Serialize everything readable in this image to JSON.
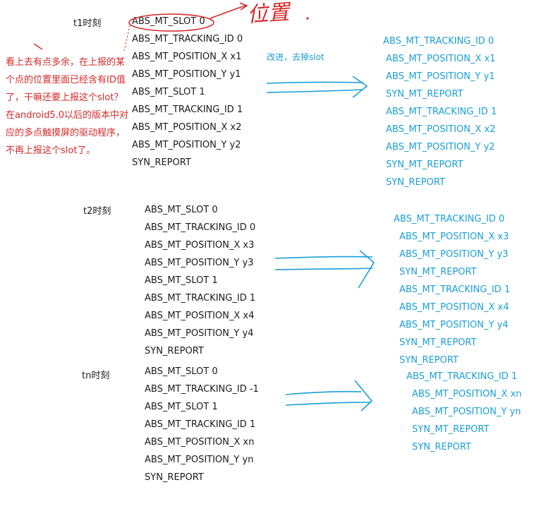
{
  "sections": [
    {
      "label": "t1时刻",
      "events": [
        "ABS_MT_SLOT 0",
        "ABS_MT_TRACKING_ID 0",
        "ABS_MT_POSITION_X x1",
        "ABS_MT_POSITION_Y y1",
        "ABS_MT_SLOT 1",
        "ABS_MT_TRACKING_ID 1",
        "ABS_MT_POSITION_X x2",
        "ABS_MT_POSITION_Y y2",
        "SYN_REPORT"
      ],
      "improved": [
        "ABS_MT_TRACKING_ID 0",
        "ABS_MT_POSITION_X x1",
        "ABS_MT_POSITION_Y y1",
        "SYN_MT_REPORT",
        "ABS_MT_TRACKING_ID 1",
        "ABS_MT_POSITION_X x2",
        "ABS_MT_POSITION_Y y2",
        "SYN_MT_REPORT",
        "SYN_REPORT"
      ]
    },
    {
      "label": "t2时刻",
      "events": [
        "ABS_MT_SLOT 0",
        "ABS_MT_TRACKING_ID 0",
        "ABS_MT_POSITION_X x3",
        "ABS_MT_POSITION_Y y3",
        "ABS_MT_SLOT 1",
        "ABS_MT_TRACKING_ID 1",
        "ABS_MT_POSITION_X x4",
        "ABS_MT_POSITION_Y y4",
        "SYN_REPORT"
      ],
      "improved": [
        "ABS_MT_TRACKING_ID 0",
        "ABS_MT_POSITION_X x3",
        "ABS_MT_POSITION_Y y3",
        "SYN_MT_REPORT",
        "ABS_MT_TRACKING_ID 1",
        "ABS_MT_POSITION_X x4",
        "ABS_MT_POSITION_Y y4",
        "SYN_MT_REPORT",
        "SYN_REPORT"
      ]
    },
    {
      "label": "tn时刻",
      "events": [
        "ABS_MT_SLOT 0",
        "ABS_MT_TRACKING_ID -1",
        "ABS_MT_SLOT 1",
        "ABS_MT_TRACKING_ID 1",
        "ABS_MT_POSITION_X xn",
        "ABS_MT_POSITION_Y yn",
        "SYN_REPORT"
      ],
      "improved": [
        "ABS_MT_TRACKING_ID 1",
        "ABS_MT_POSITION_X xn",
        "ABS_MT_POSITION_Y yn",
        "SYN_MT_REPORT",
        "SYN_REPORT"
      ]
    }
  ],
  "annotation": {
    "note": "看上去有点多余，在上报的某个点的位置里面已经含有ID值了，干嘛还要上报这个slot？在android5.0以后的版本中对应的多点触摸屏的驱动程序，不再上报这个slot了。",
    "improve_label": "改进，去掉slot",
    "handwritten": "位置",
    "colors": {
      "annotation": "#d42a2a",
      "improved": "#1a9fd6",
      "text": "#1a1a1a"
    }
  }
}
